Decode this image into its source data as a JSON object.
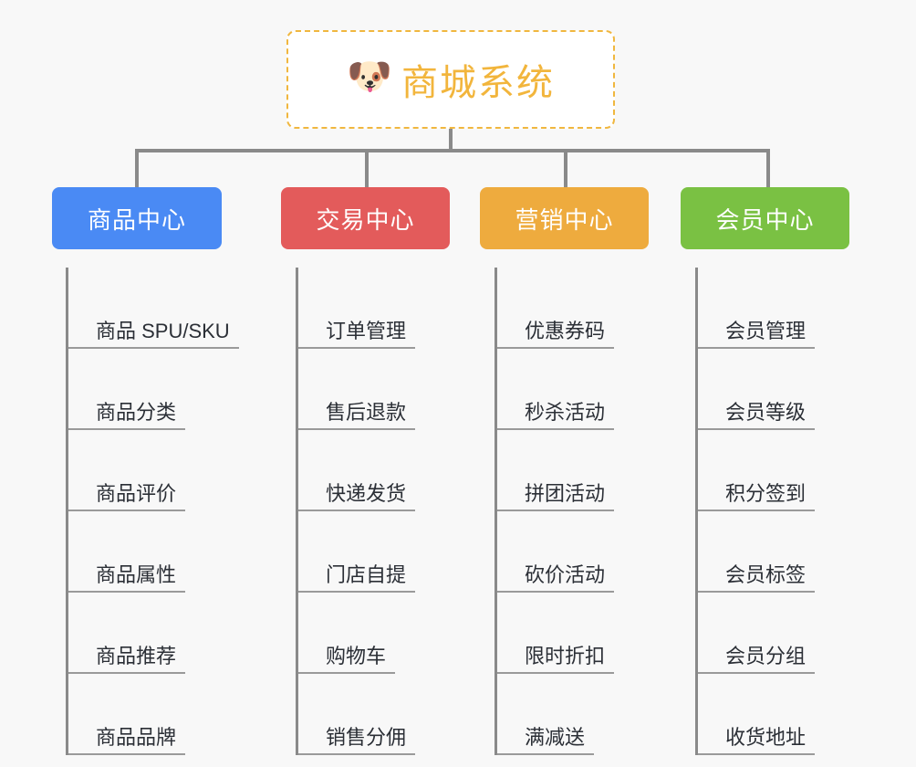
{
  "background_color": "#f8f8f8",
  "title": {
    "icon": "dog-face-emoji",
    "icon_glyph": "🐶",
    "text": "商城系统",
    "color": "#f2b53c",
    "border_color": "#f0b73f",
    "border_style": "dashed"
  },
  "connector_color": "#8a8a8a",
  "categories": [
    {
      "label": "商品中心",
      "color": "#4a8af4",
      "items": [
        {
          "label": "商品 SPU/SKU"
        },
        {
          "label": "商品分类"
        },
        {
          "label": "商品评价"
        },
        {
          "label": "商品属性"
        },
        {
          "label": "商品推荐"
        },
        {
          "label": "商品品牌"
        }
      ]
    },
    {
      "label": "交易中心",
      "color": "#e35b5b",
      "items": [
        {
          "label": "订单管理"
        },
        {
          "label": "售后退款"
        },
        {
          "label": "快递发货"
        },
        {
          "label": "门店自提"
        },
        {
          "label": "购物车"
        },
        {
          "label": "销售分佣"
        }
      ]
    },
    {
      "label": "营销中心",
      "color": "#eeab3e",
      "items": [
        {
          "label": "优惠券码"
        },
        {
          "label": "秒杀活动"
        },
        {
          "label": "拼团活动"
        },
        {
          "label": "砍价活动"
        },
        {
          "label": "限时折扣"
        },
        {
          "label": "满减送"
        }
      ]
    },
    {
      "label": "会员中心",
      "color": "#7ac143",
      "items": [
        {
          "label": "会员管理"
        },
        {
          "label": "会员等级"
        },
        {
          "label": "积分签到"
        },
        {
          "label": "会员标签"
        },
        {
          "label": "会员分组"
        },
        {
          "label": "收货地址"
        }
      ]
    }
  ]
}
